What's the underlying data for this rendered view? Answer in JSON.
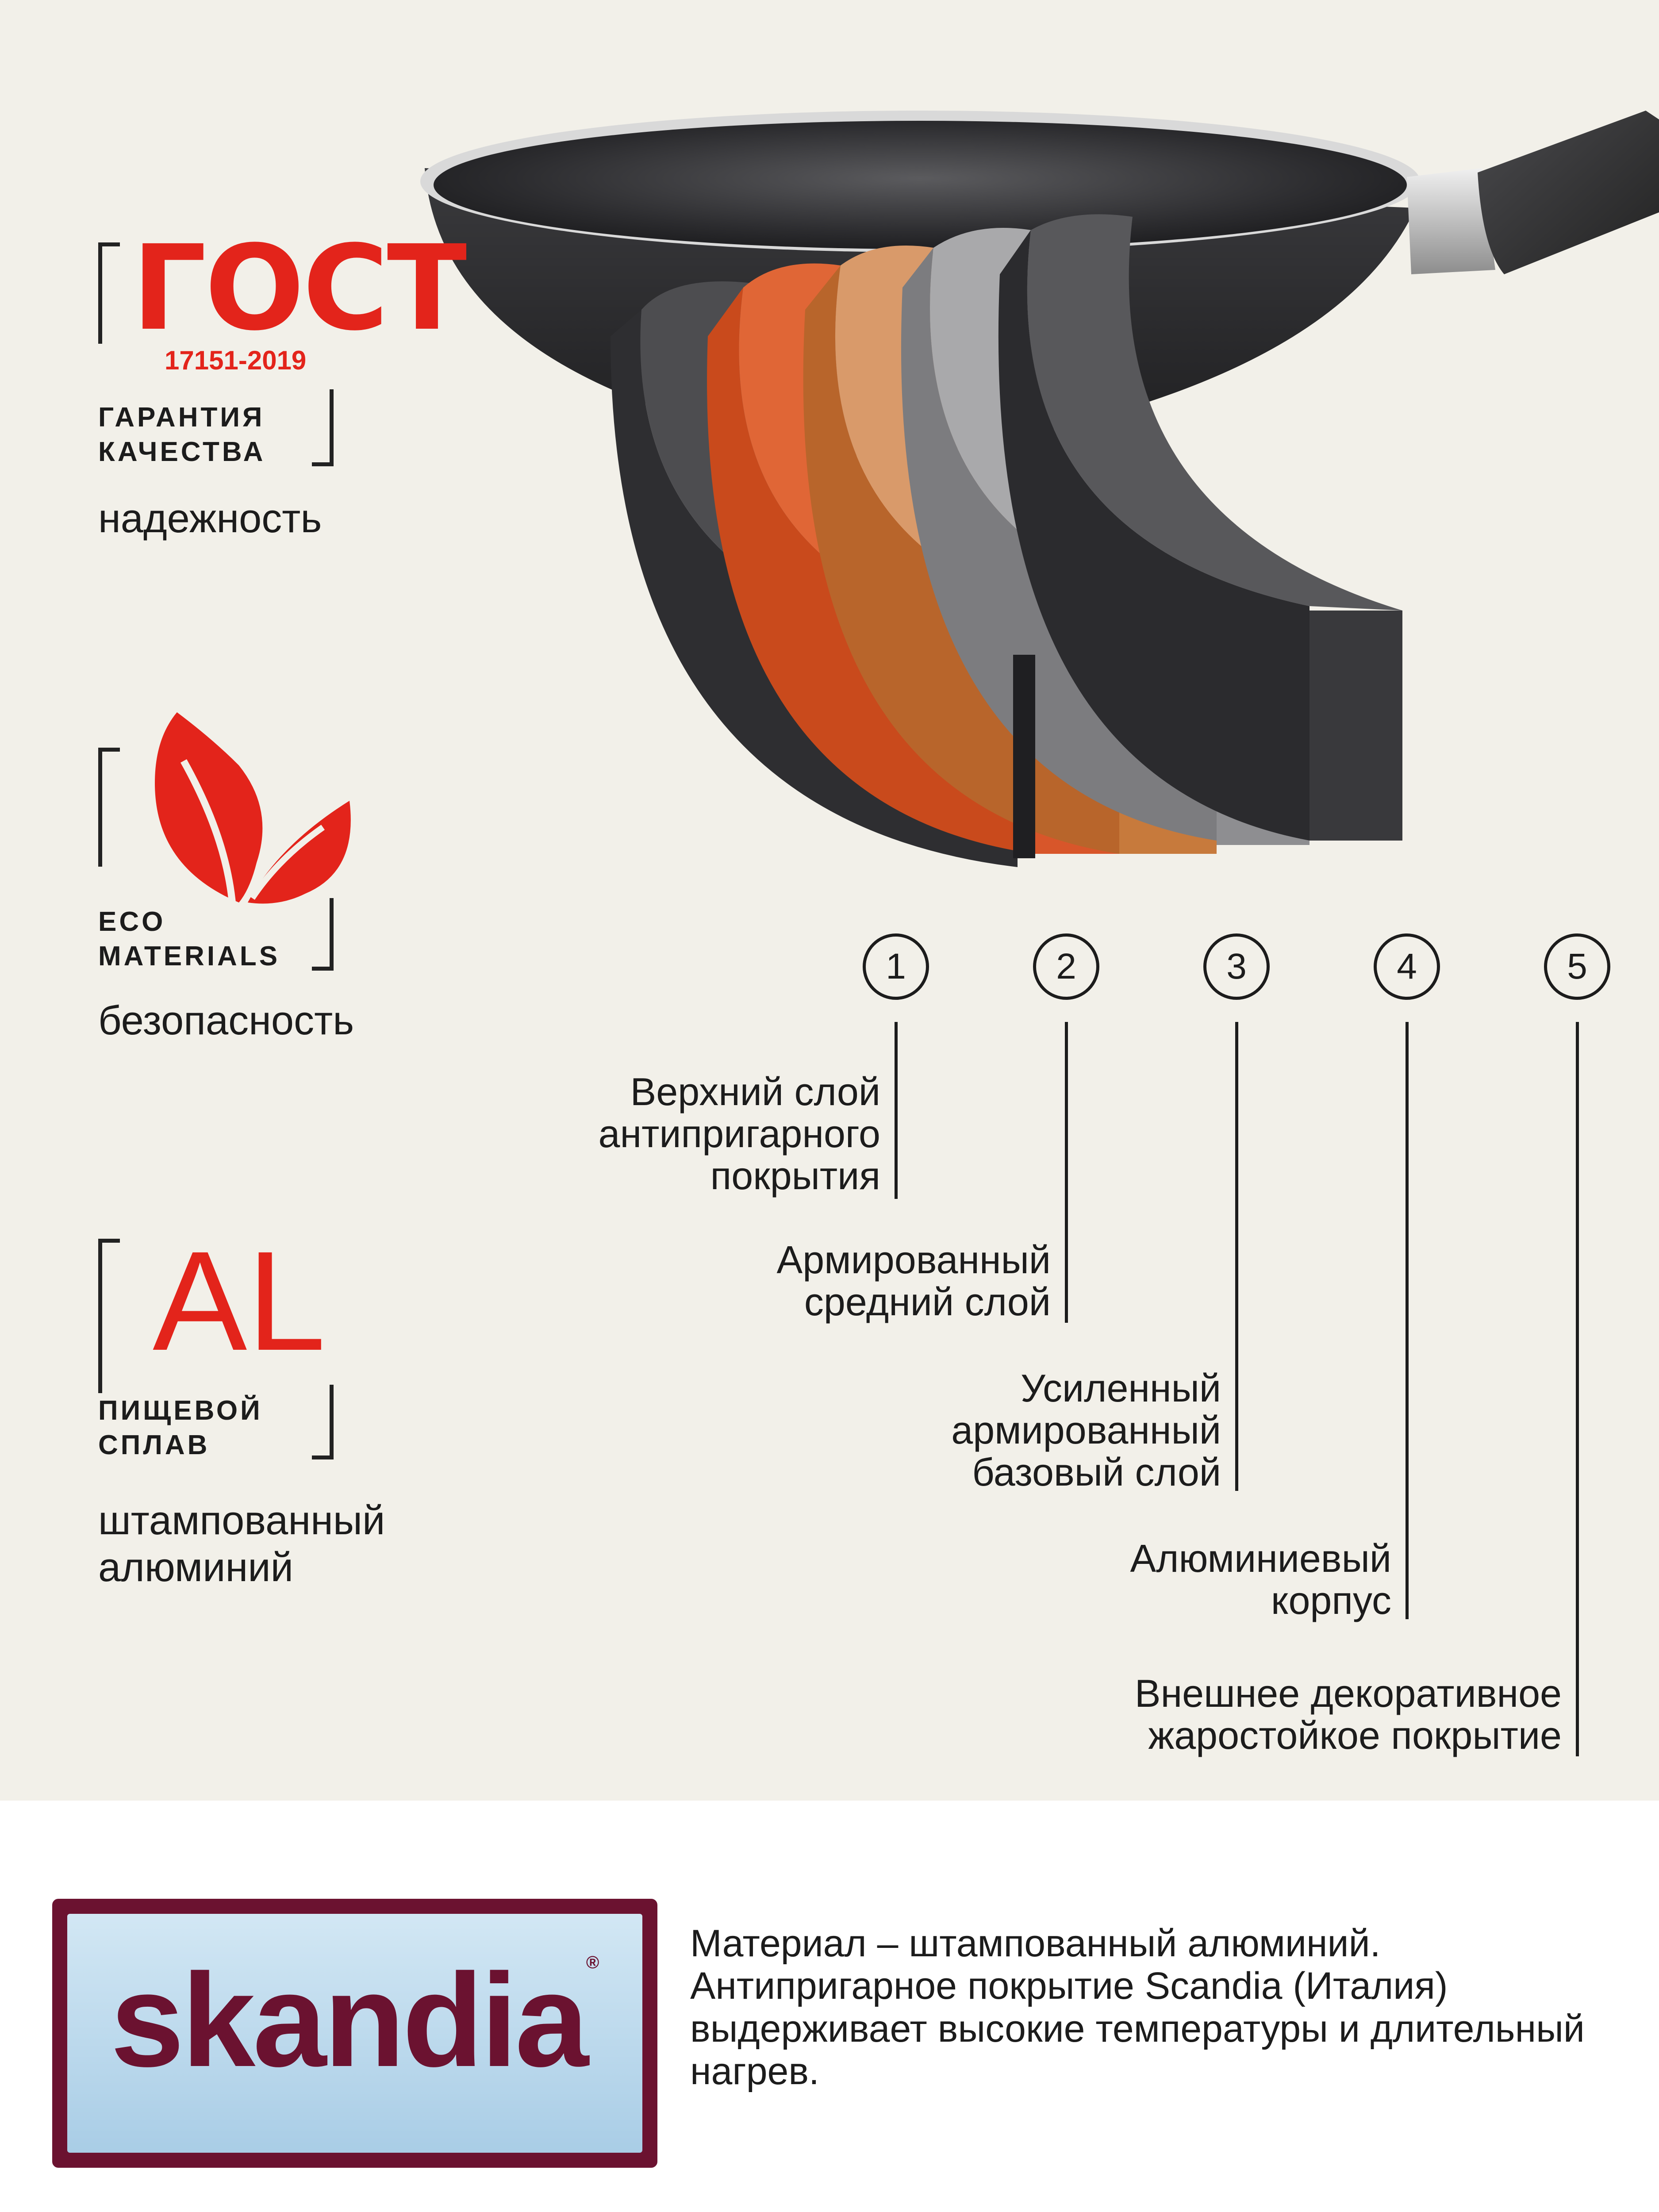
{
  "badges": {
    "gost": {
      "title": "ГОСТ",
      "code": "17151-2019",
      "caption_line1": "ГАРАНТИЯ",
      "caption_line2": "КАЧЕСТВА",
      "subtitle": "надежность"
    },
    "eco": {
      "caption_line1": "ECO",
      "caption_line2": "MATERIALS",
      "subtitle": "безопасность"
    },
    "al": {
      "title": "AL",
      "caption_line1": "ПИЩЕВОЙ",
      "caption_line2": "СПЛАВ",
      "subtitle_line1": "штампованный",
      "subtitle_line2": "алюминий"
    }
  },
  "layers": [
    {
      "number": "1",
      "label": "Верхний  слой\nантипригарного\nпокрытия"
    },
    {
      "number": "2",
      "label": "Армированный\nсредний слой"
    },
    {
      "number": "3",
      "label": "Усиленный\nармированный\nбазовый слой"
    },
    {
      "number": "4",
      "label": "Алюминиевый\nкорпус"
    },
    {
      "number": "5",
      "label": "Внешнее декоративное\nжаростойкое покрытие"
    }
  ],
  "brand": {
    "logo_text": "skandia",
    "logo_mark": "®"
  },
  "description": "Материал – штампованный алюминий. Антипригарное покрытие Scandia (Италия) выдерживает высокие температуры и длительный нагрев.",
  "colors": {
    "accent_red": "#e3241b",
    "brand": "#6b1230",
    "background": "#f2f0e9"
  }
}
